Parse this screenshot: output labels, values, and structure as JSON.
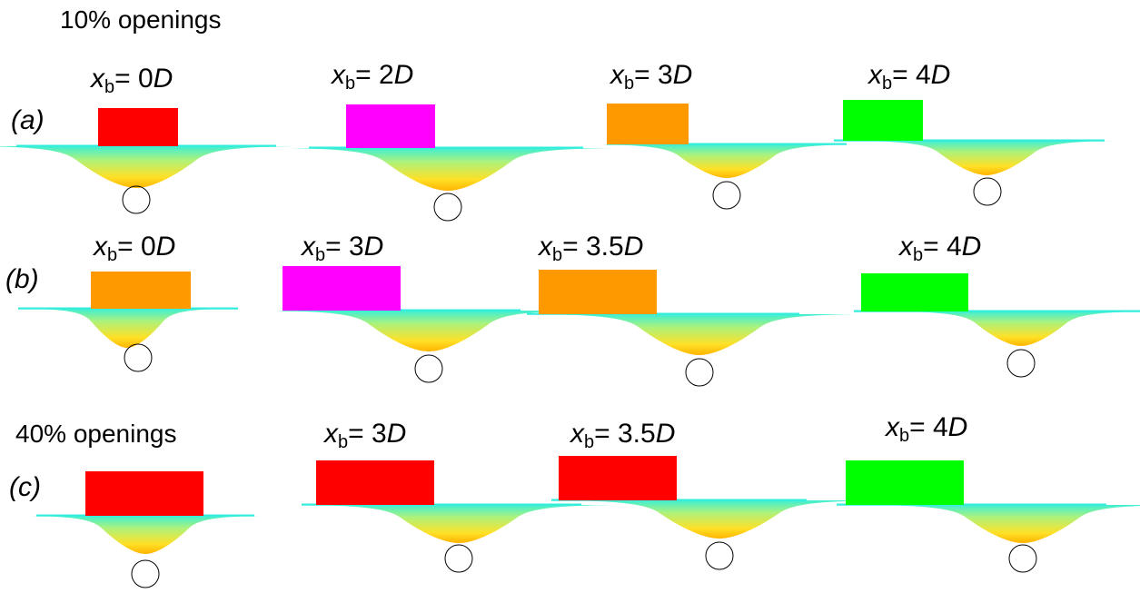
{
  "headings": {
    "top": "10% openings",
    "bottom": "40% openings"
  },
  "rows": [
    {
      "label": "(a)",
      "panels": [
        {
          "var": "x",
          "sub": "b",
          "eq": "= ",
          "value": "0",
          "unit": "D",
          "building_color": "#ff0000"
        },
        {
          "var": "x",
          "sub": "b",
          "eq": "= ",
          "value": "2",
          "unit": "D",
          "building_color": "#ff00ff"
        },
        {
          "var": "x",
          "sub": "b",
          "eq": "= ",
          "value": "3",
          "unit": "D",
          "building_color": "#ff9900"
        },
        {
          "var": "x",
          "sub": "b",
          "eq": "= ",
          "value": "4",
          "unit": "D",
          "building_color": "#00ff00"
        }
      ]
    },
    {
      "label": "(b)",
      "panels": [
        {
          "var": "x",
          "sub": "b",
          "eq": "= ",
          "value": "0",
          "unit": "D",
          "building_color": "#ff9900"
        },
        {
          "var": "x",
          "sub": "b",
          "eq": "= ",
          "value": "3",
          "unit": "D",
          "building_color": "#ff00ff"
        },
        {
          "var": "x",
          "sub": "b",
          "eq": "= ",
          "value": "3.5",
          "unit": "D",
          "building_color": "#ff9900"
        },
        {
          "var": "x",
          "sub": "b",
          "eq": "= ",
          "value": "4",
          "unit": "D",
          "building_color": "#00ff00"
        }
      ]
    },
    {
      "label": "(c)",
      "panels": [
        {
          "building_color": "#ff0000"
        },
        {
          "var": "x",
          "sub": "b",
          "eq": "= ",
          "value": "3",
          "unit": "D",
          "building_color": "#ff0000"
        },
        {
          "var": "x",
          "sub": "b",
          "eq": "= ",
          "value": "3.5",
          "unit": "D",
          "building_color": "#ff0000"
        },
        {
          "var": "x",
          "sub": "b",
          "eq": "= ",
          "value": "4",
          "unit": "D",
          "building_color": "#00ff00"
        }
      ]
    }
  ],
  "colors": {
    "surface": "#33eedd",
    "trough_mid": "#aef27a",
    "trough_deep": "#ffe026",
    "trough_tip": "#ffb400"
  }
}
